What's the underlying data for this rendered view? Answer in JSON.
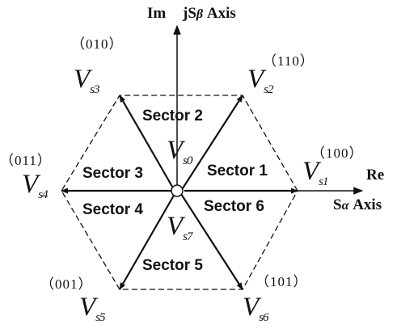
{
  "axes": {
    "im_label": "Im",
    "jsbeta_prefix": "jS",
    "jsbeta_greek": "β",
    "jsbeta_suffix": "Axis",
    "re_label": "Re",
    "salpha_prefix": "S",
    "salpha_greek": "α",
    "salpha_suffix": "Axis"
  },
  "sectors": [
    {
      "label": "Sector 1"
    },
    {
      "label": "Sector 2"
    },
    {
      "label": "Sector 3"
    },
    {
      "label": "Sector 4"
    },
    {
      "label": "Sector 5"
    },
    {
      "label": "Sector 6"
    }
  ],
  "vectors": [
    {
      "letter": "V",
      "sub": "s0",
      "code": ""
    },
    {
      "letter": "V",
      "sub": "s1",
      "code": "（100）"
    },
    {
      "letter": "V",
      "sub": "s2",
      "code": "（110）"
    },
    {
      "letter": "V",
      "sub": "s3",
      "code": "（010）"
    },
    {
      "letter": "V",
      "sub": "s4",
      "code": "（011）"
    },
    {
      "letter": "V",
      "sub": "s5",
      "code": "（001）"
    },
    {
      "letter": "V",
      "sub": "s6",
      "code": "（101）"
    },
    {
      "letter": "V",
      "sub": "s7",
      "code": ""
    }
  ],
  "colors": {
    "stroke": "#111111",
    "background": "#ffffff"
  }
}
